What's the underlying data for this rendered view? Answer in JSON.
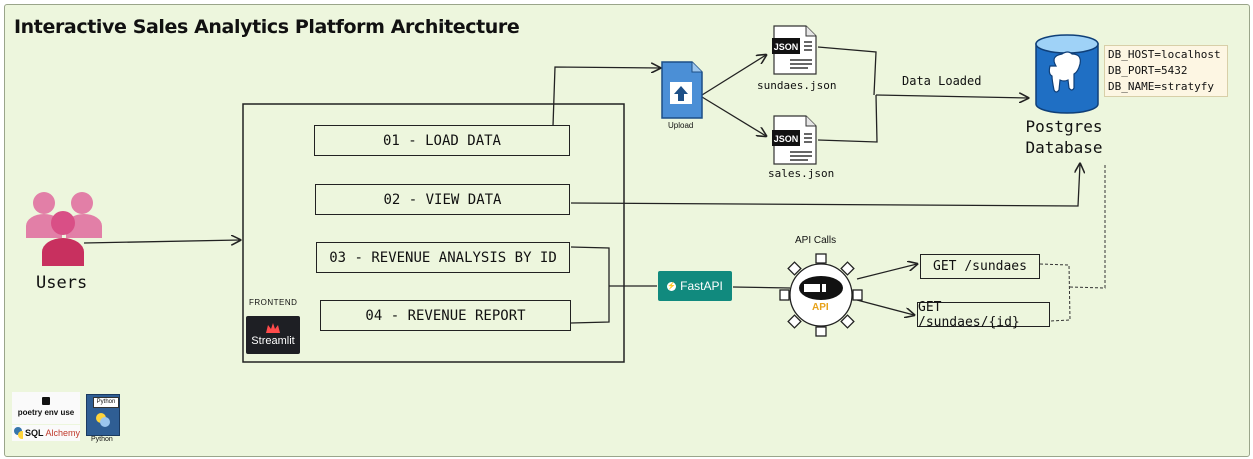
{
  "title": "Interactive Sales Analytics Platform Architecture",
  "users": {
    "label": "Users"
  },
  "frontend": {
    "label": "FRONTEND",
    "logo_text": "Streamlit",
    "steps": [
      {
        "label": "01 - LOAD DATA"
      },
      {
        "label": "02 - VIEW DATA"
      },
      {
        "label": "03 - REVENUE ANALYSIS BY ID"
      },
      {
        "label": "04 - REVENUE REPORT"
      }
    ]
  },
  "upload": {
    "label": "Upload"
  },
  "files": [
    {
      "badge": "JSON",
      "label": "sundaes.json"
    },
    {
      "badge": "JSON",
      "label": "sales.json"
    }
  ],
  "data_loaded": {
    "label": "Data Loaded"
  },
  "database": {
    "label_line1": "Postgres",
    "label_line2": "Database",
    "env": [
      "DB_HOST=localhost",
      "DB_PORT=5432",
      "DB_NAME=stratyfy"
    ]
  },
  "fastapi": {
    "label": "FastAPI"
  },
  "api": {
    "calls_label": "API Calls",
    "plug_label": "API"
  },
  "endpoints": [
    {
      "label": "GET /sundaes"
    },
    {
      "label": "GET /sundaes/{id}"
    }
  ],
  "tools": {
    "poetry": "poetry env use",
    "sql_prefix": "SQL",
    "sql_suffix": "Alchemy",
    "python_tag": "Python",
    "python_label": "Python"
  },
  "colors": {
    "background": "#edf6dd",
    "users": "#d94f86",
    "postgres": "#1f6fc4",
    "fastapi": "#118a7e",
    "streamlit_bg": "#1e1f24",
    "api_text": "#e7a21a"
  }
}
